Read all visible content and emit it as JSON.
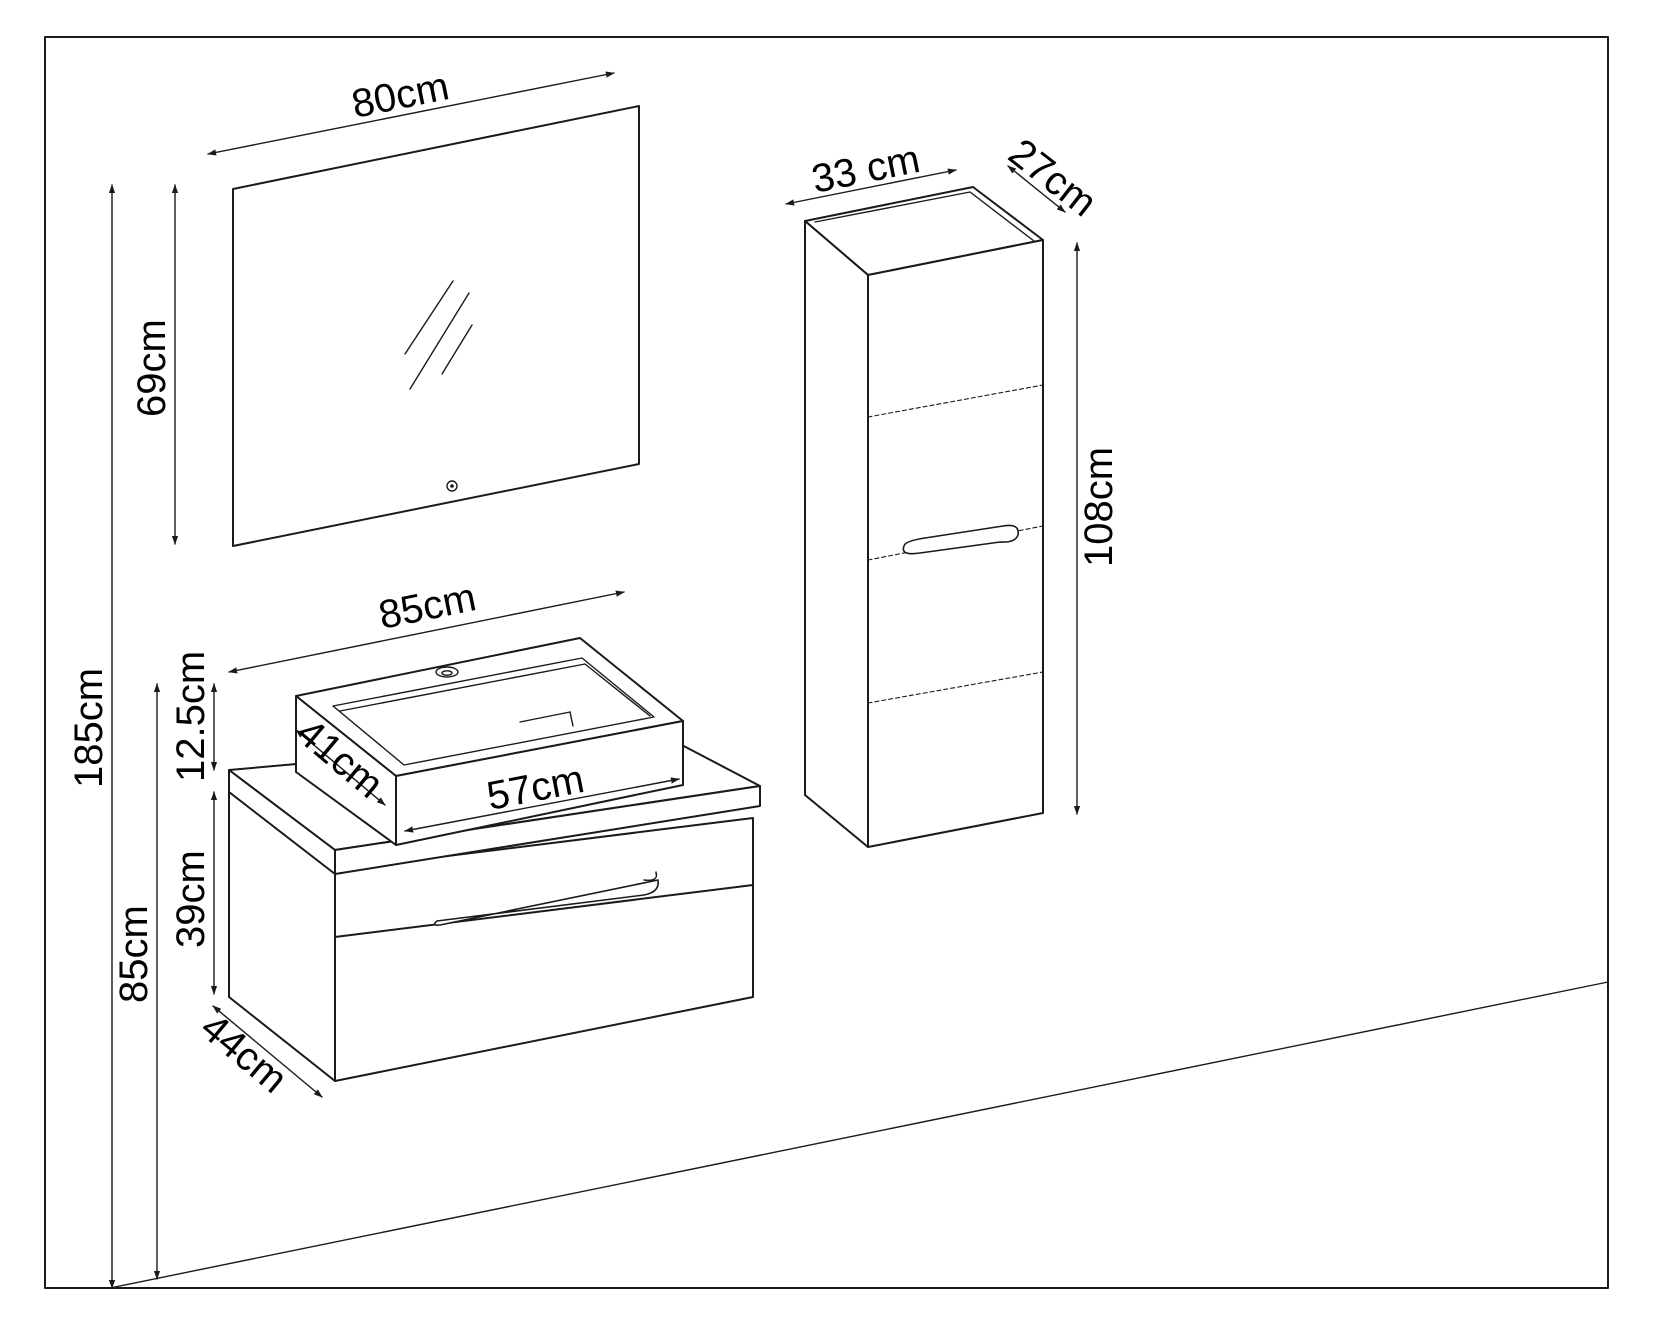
{
  "dimensions": {
    "mirror_width": "80cm",
    "mirror_height": "69cm",
    "total_height": "185cm",
    "cabinet_width": "85cm",
    "basin_height": "12.5cm",
    "cabinet_height": "39cm",
    "mount_height": "85cm",
    "cabinet_depth": "44cm",
    "basin_depth": "41cm",
    "basin_width": "57cm",
    "tall_unit_width": "33 cm",
    "tall_unit_depth": "27cm",
    "tall_unit_height": "108cm"
  }
}
